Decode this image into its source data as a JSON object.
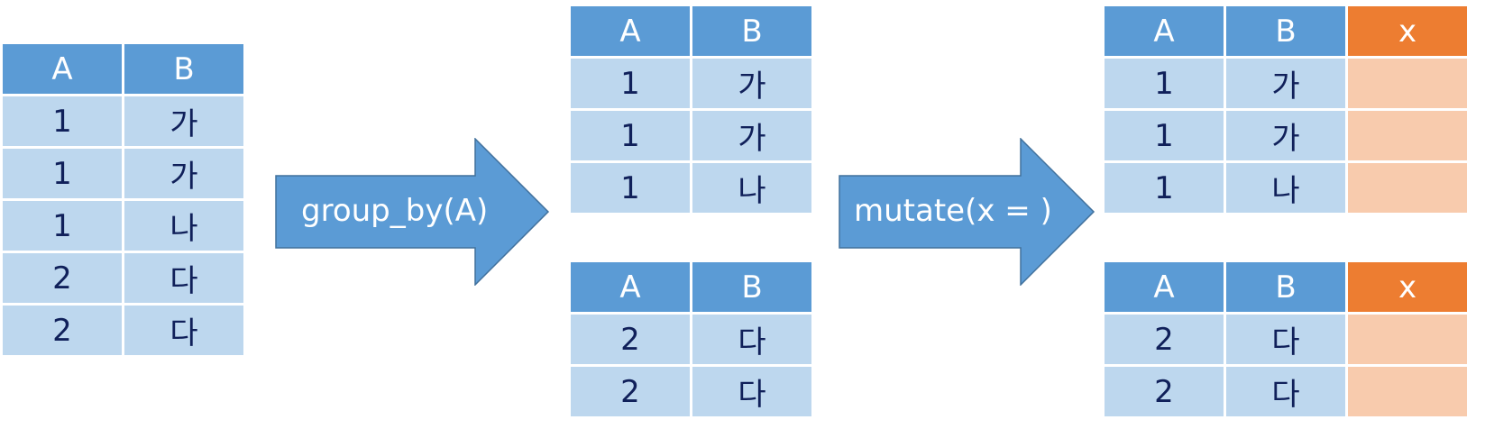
{
  "colors": {
    "header_blue": "#5B9BD5",
    "cell_blue": "#BDD7EE",
    "header_orange": "#ED7D31",
    "cell_orange": "#F8CBAD"
  },
  "source_table": {
    "headers": [
      "A",
      "B"
    ],
    "rows": [
      [
        "1",
        "가"
      ],
      [
        "1",
        "가"
      ],
      [
        "1",
        "나"
      ],
      [
        "2",
        "다"
      ],
      [
        "2",
        "다"
      ]
    ]
  },
  "arrow1": {
    "label": "group_by(A)"
  },
  "grouped_tables": [
    {
      "headers": [
        "A",
        "B"
      ],
      "rows": [
        [
          "1",
          "가"
        ],
        [
          "1",
          "가"
        ],
        [
          "1",
          "나"
        ]
      ]
    },
    {
      "headers": [
        "A",
        "B"
      ],
      "rows": [
        [
          "2",
          "다"
        ],
        [
          "2",
          "다"
        ]
      ]
    }
  ],
  "arrow2": {
    "label": "mutate(x = )"
  },
  "result_tables": [
    {
      "headers": [
        "A",
        "B",
        "x"
      ],
      "rows": [
        [
          "1",
          "가",
          ""
        ],
        [
          "1",
          "가",
          ""
        ],
        [
          "1",
          "나",
          ""
        ]
      ]
    },
    {
      "headers": [
        "A",
        "B",
        "x"
      ],
      "rows": [
        [
          "2",
          "다",
          ""
        ],
        [
          "2",
          "다",
          ""
        ]
      ]
    }
  ]
}
